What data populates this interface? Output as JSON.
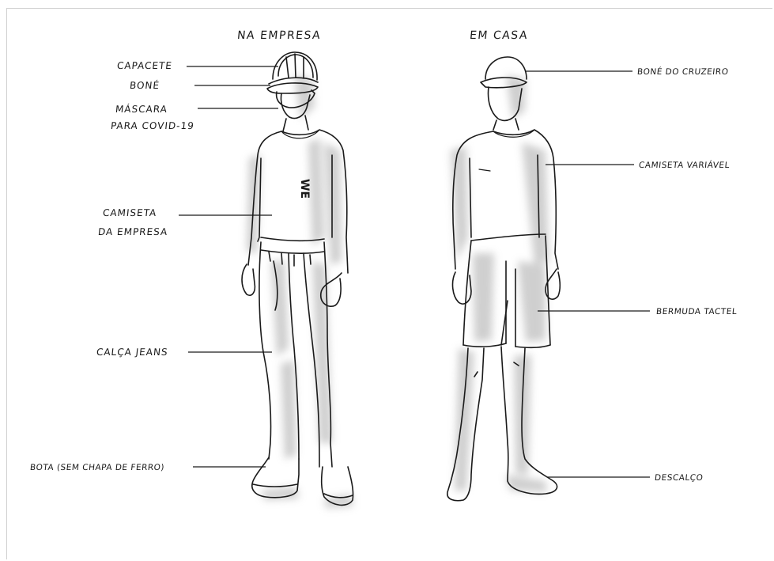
{
  "titles": {
    "left": "NA EMPRESA",
    "right": "EM CASA"
  },
  "labels_left": {
    "capacete": "CAPACETE",
    "bone": "BONÉ",
    "mascara_1": "MÁSCARA",
    "mascara_2": "PARA COVID-19",
    "camiseta_1": "CAMISETA",
    "camiseta_2": "DA EMPRESA",
    "calca": "CALÇA JEANS",
    "bota": "BOTA (SEM CHAPA DE FERRO)"
  },
  "labels_right": {
    "bone": "BONÉ DO CRUZEIRO",
    "camiseta": "CAMISETA VARIÁVEL",
    "bermuda": "BERMUDA TACTEL",
    "descalco": "DESCALÇO"
  },
  "shirt_logo": "WE",
  "colors": {
    "ink": "#1a1a1a",
    "shade": "#9a9a9a",
    "frame": "#cfcfcf"
  }
}
